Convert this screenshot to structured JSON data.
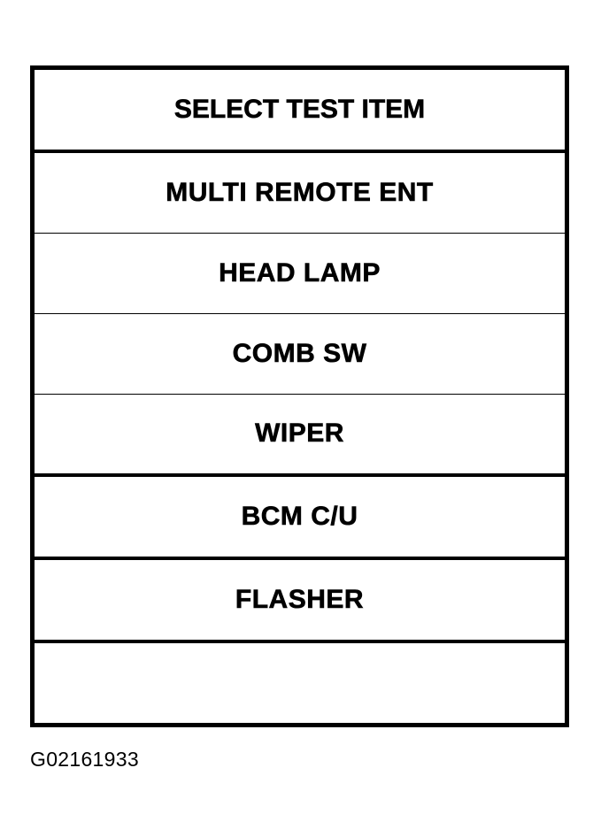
{
  "figure": {
    "caption": "G02161933",
    "border_color": "#000000",
    "background_color": "#ffffff"
  },
  "menu": {
    "title": "SELECT TEST ITEM",
    "rows": [
      {
        "label": "SELECT TEST ITEM",
        "rule": "thick",
        "empty": false,
        "is_title": true
      },
      {
        "label": "MULTI REMOTE ENT",
        "rule": "thin",
        "empty": false,
        "is_title": false
      },
      {
        "label": "HEAD LAMP",
        "rule": "thin",
        "empty": false,
        "is_title": false
      },
      {
        "label": "COMB SW",
        "rule": "thin",
        "empty": false,
        "is_title": false
      },
      {
        "label": "WIPER",
        "rule": "thick",
        "empty": false,
        "is_title": false
      },
      {
        "label": "BCM C/U",
        "rule": "thick",
        "empty": false,
        "is_title": false
      },
      {
        "label": "FLASHER",
        "rule": "thick",
        "empty": false,
        "is_title": false
      },
      {
        "label": "",
        "rule": "none",
        "empty": true,
        "is_title": false
      }
    ]
  }
}
